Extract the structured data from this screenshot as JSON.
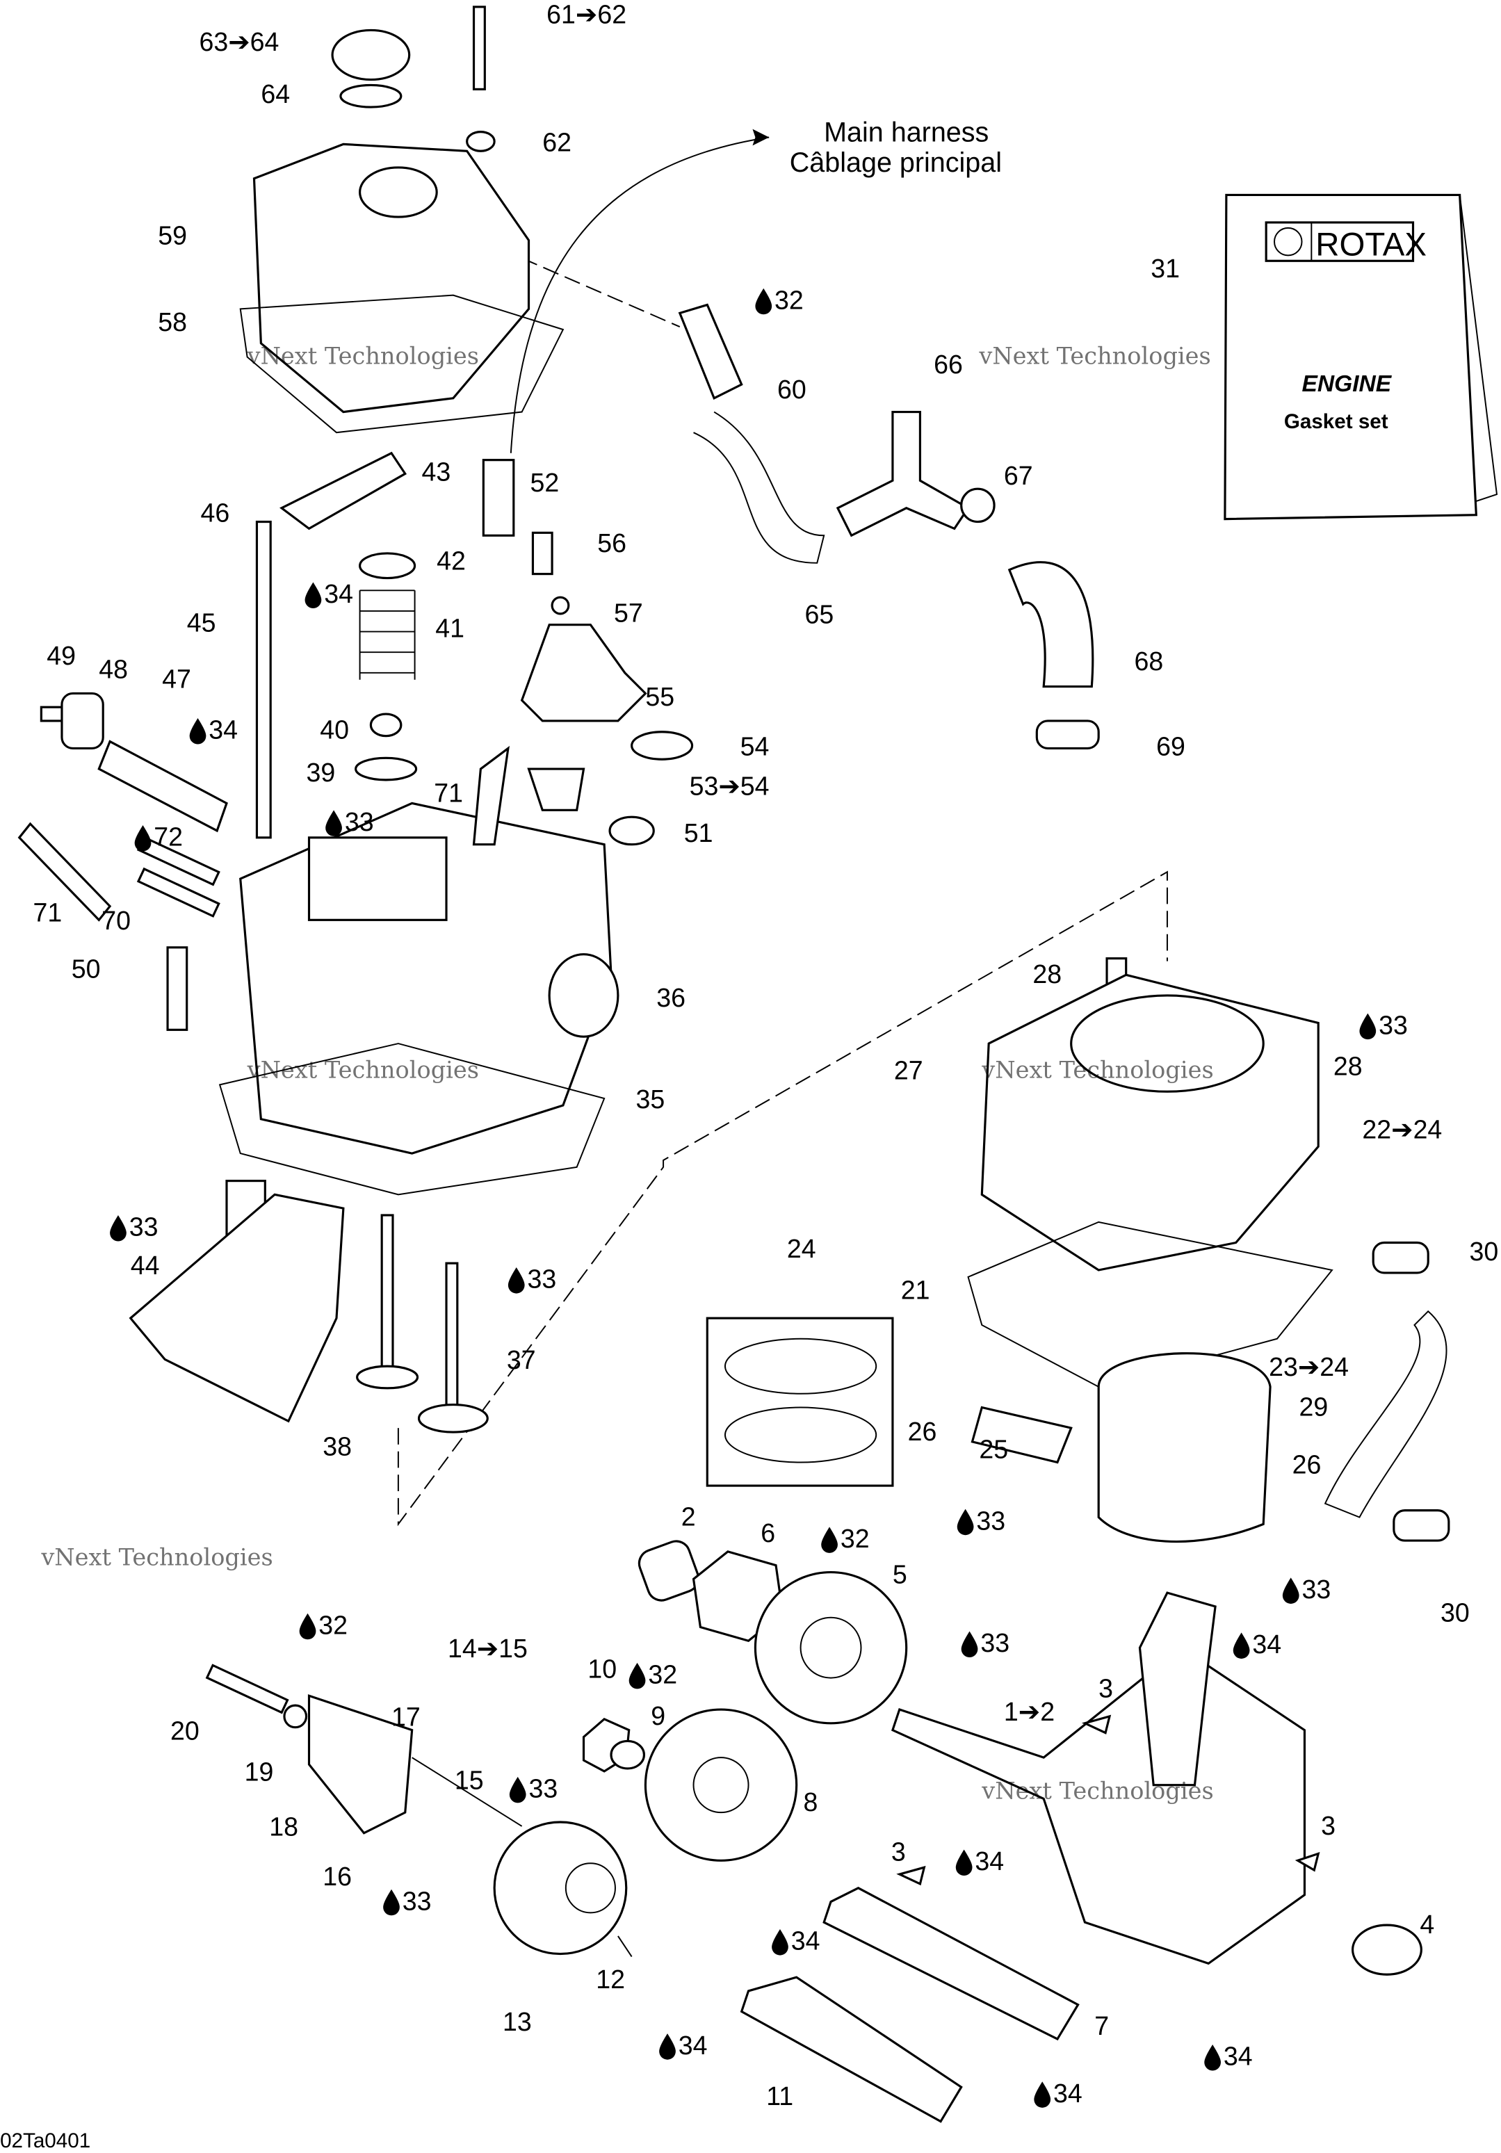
{
  "diagram_code": "02Ta0401",
  "harness_note": {
    "line1": "Main harness",
    "line2": "Câblage principal"
  },
  "gasket_set": {
    "brand": "ROTAX",
    "title": "ENGINE",
    "subtitle": "Gasket set"
  },
  "watermark": "vNext Technologies",
  "drop_icon": "oil-drop-icon",
  "callouts": [
    {
      "text": "63➔64"
    },
    {
      "text": "64"
    },
    {
      "text": "61➔62"
    },
    {
      "text": "62"
    },
    {
      "text": "59"
    },
    {
      "text": "58"
    },
    {
      "text": "46"
    },
    {
      "text": "43"
    },
    {
      "text": "42"
    },
    {
      "text": "34",
      "drop": true
    },
    {
      "text": "45"
    },
    {
      "text": "41"
    },
    {
      "text": "49"
    },
    {
      "text": "48"
    },
    {
      "text": "47"
    },
    {
      "text": "34",
      "drop": true
    },
    {
      "text": "40"
    },
    {
      "text": "39"
    },
    {
      "text": "33",
      "drop": true
    },
    {
      "text": "72",
      "drop": true
    },
    {
      "text": "71"
    },
    {
      "text": "70"
    },
    {
      "text": "50"
    },
    {
      "text": "52"
    },
    {
      "text": "56"
    },
    {
      "text": "57"
    },
    {
      "text": "55"
    },
    {
      "text": "54"
    },
    {
      "text": "53➔54"
    },
    {
      "text": "71"
    },
    {
      "text": "51"
    },
    {
      "text": "36"
    },
    {
      "text": "35"
    },
    {
      "text": "32",
      "drop": true
    },
    {
      "text": "60"
    },
    {
      "text": "66"
    },
    {
      "text": "67"
    },
    {
      "text": "65"
    },
    {
      "text": "68"
    },
    {
      "text": "69"
    },
    {
      "text": "31"
    },
    {
      "text": "28"
    },
    {
      "text": "33",
      "drop": true
    },
    {
      "text": "27"
    },
    {
      "text": "28"
    },
    {
      "text": "22➔24"
    },
    {
      "text": "33",
      "drop": true
    },
    {
      "text": "44"
    },
    {
      "text": "33",
      "drop": true
    },
    {
      "text": "37"
    },
    {
      "text": "38"
    },
    {
      "text": "24"
    },
    {
      "text": "21"
    },
    {
      "text": "30"
    },
    {
      "text": "23➔24"
    },
    {
      "text": "29"
    },
    {
      "text": "26"
    },
    {
      "text": "25"
    },
    {
      "text": "26"
    },
    {
      "text": "33",
      "drop": true
    },
    {
      "text": "33",
      "drop": true
    },
    {
      "text": "30"
    },
    {
      "text": "2"
    },
    {
      "text": "6"
    },
    {
      "text": "32",
      "drop": true
    },
    {
      "text": "5"
    },
    {
      "text": "33",
      "drop": true
    },
    {
      "text": "34",
      "drop": true
    },
    {
      "text": "32",
      "drop": true
    },
    {
      "text": "14➔15"
    },
    {
      "text": "20"
    },
    {
      "text": "17"
    },
    {
      "text": "10"
    },
    {
      "text": "32",
      "drop": true
    },
    {
      "text": "9"
    },
    {
      "text": "1➔2"
    },
    {
      "text": "3"
    },
    {
      "text": "15"
    },
    {
      "text": "19"
    },
    {
      "text": "18"
    },
    {
      "text": "33",
      "drop": true
    },
    {
      "text": "8"
    },
    {
      "text": "3"
    },
    {
      "text": "16"
    },
    {
      "text": "33",
      "drop": true
    },
    {
      "text": "3"
    },
    {
      "text": "34",
      "drop": true
    },
    {
      "text": "13"
    },
    {
      "text": "12"
    },
    {
      "text": "34",
      "drop": true
    },
    {
      "text": "4"
    },
    {
      "text": "7"
    },
    {
      "text": "34",
      "drop": true
    },
    {
      "text": "34",
      "drop": true
    },
    {
      "text": "11"
    },
    {
      "text": "34",
      "drop": true
    }
  ]
}
